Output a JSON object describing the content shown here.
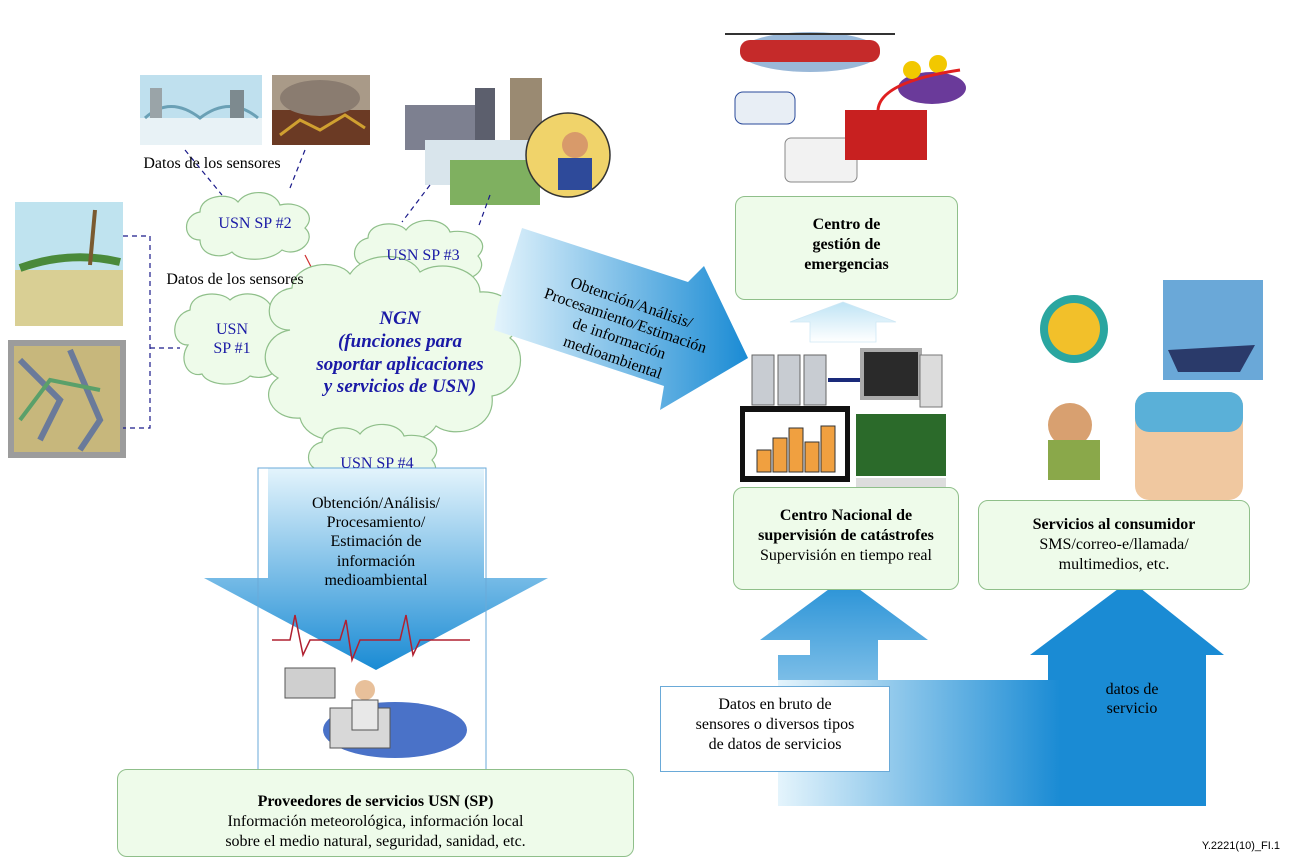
{
  "sensor_labels": {
    "top": "Datos de los sensores",
    "left": "Datos de los sensores"
  },
  "clouds": {
    "sp2": "USN SP #2",
    "sp3": "USN SP #3",
    "sp1": "USN\nSP #1",
    "sp4": "USN SP #4",
    "ngn": "NGN\n(funciones para\nsoportar aplicaciones\ny servicios de USN)"
  },
  "arrow_right_text": "Obtención/Análisis/\nProcesamiento/Estimación\nde información\nmedioambiental",
  "arrow_down_text": "Obtención/Análisis/\nProcesamiento/\nEstimación de\ninformación\nmedioambiental",
  "boxes": {
    "emergency": {
      "title": "Centro de\ngestión de\nemergencias"
    },
    "national": {
      "title": "Centro Nacional de\nsupervisión de catástrofes",
      "subtitle": "Supervisión en tiempo real"
    },
    "consumer": {
      "title": "Servicios al consumidor",
      "subtitle": "SMS/correo-e/llamada/\nmultimedios, etc."
    },
    "providers": {
      "title": "Proveedores de servicios USN (SP)",
      "subtitle": "Información meteorológica, información local\nsobre el medio natural, seguridad, sanidad, etc."
    }
  },
  "flow_labels": {
    "raw": "Datos en bruto de\nsensores o diversos tipos\nde datos de servicios",
    "service": "datos de\nservicio"
  },
  "footer": "Y.2221(10)_FI.1",
  "colors": {
    "box_fill": "#eefbea",
    "box_border": "#8fbf8a",
    "arrow_light": "#dff1fb",
    "arrow_dark": "#1e90d6",
    "cloud_fill": "#eefbea",
    "cloud_text": "#1a1aa6"
  }
}
